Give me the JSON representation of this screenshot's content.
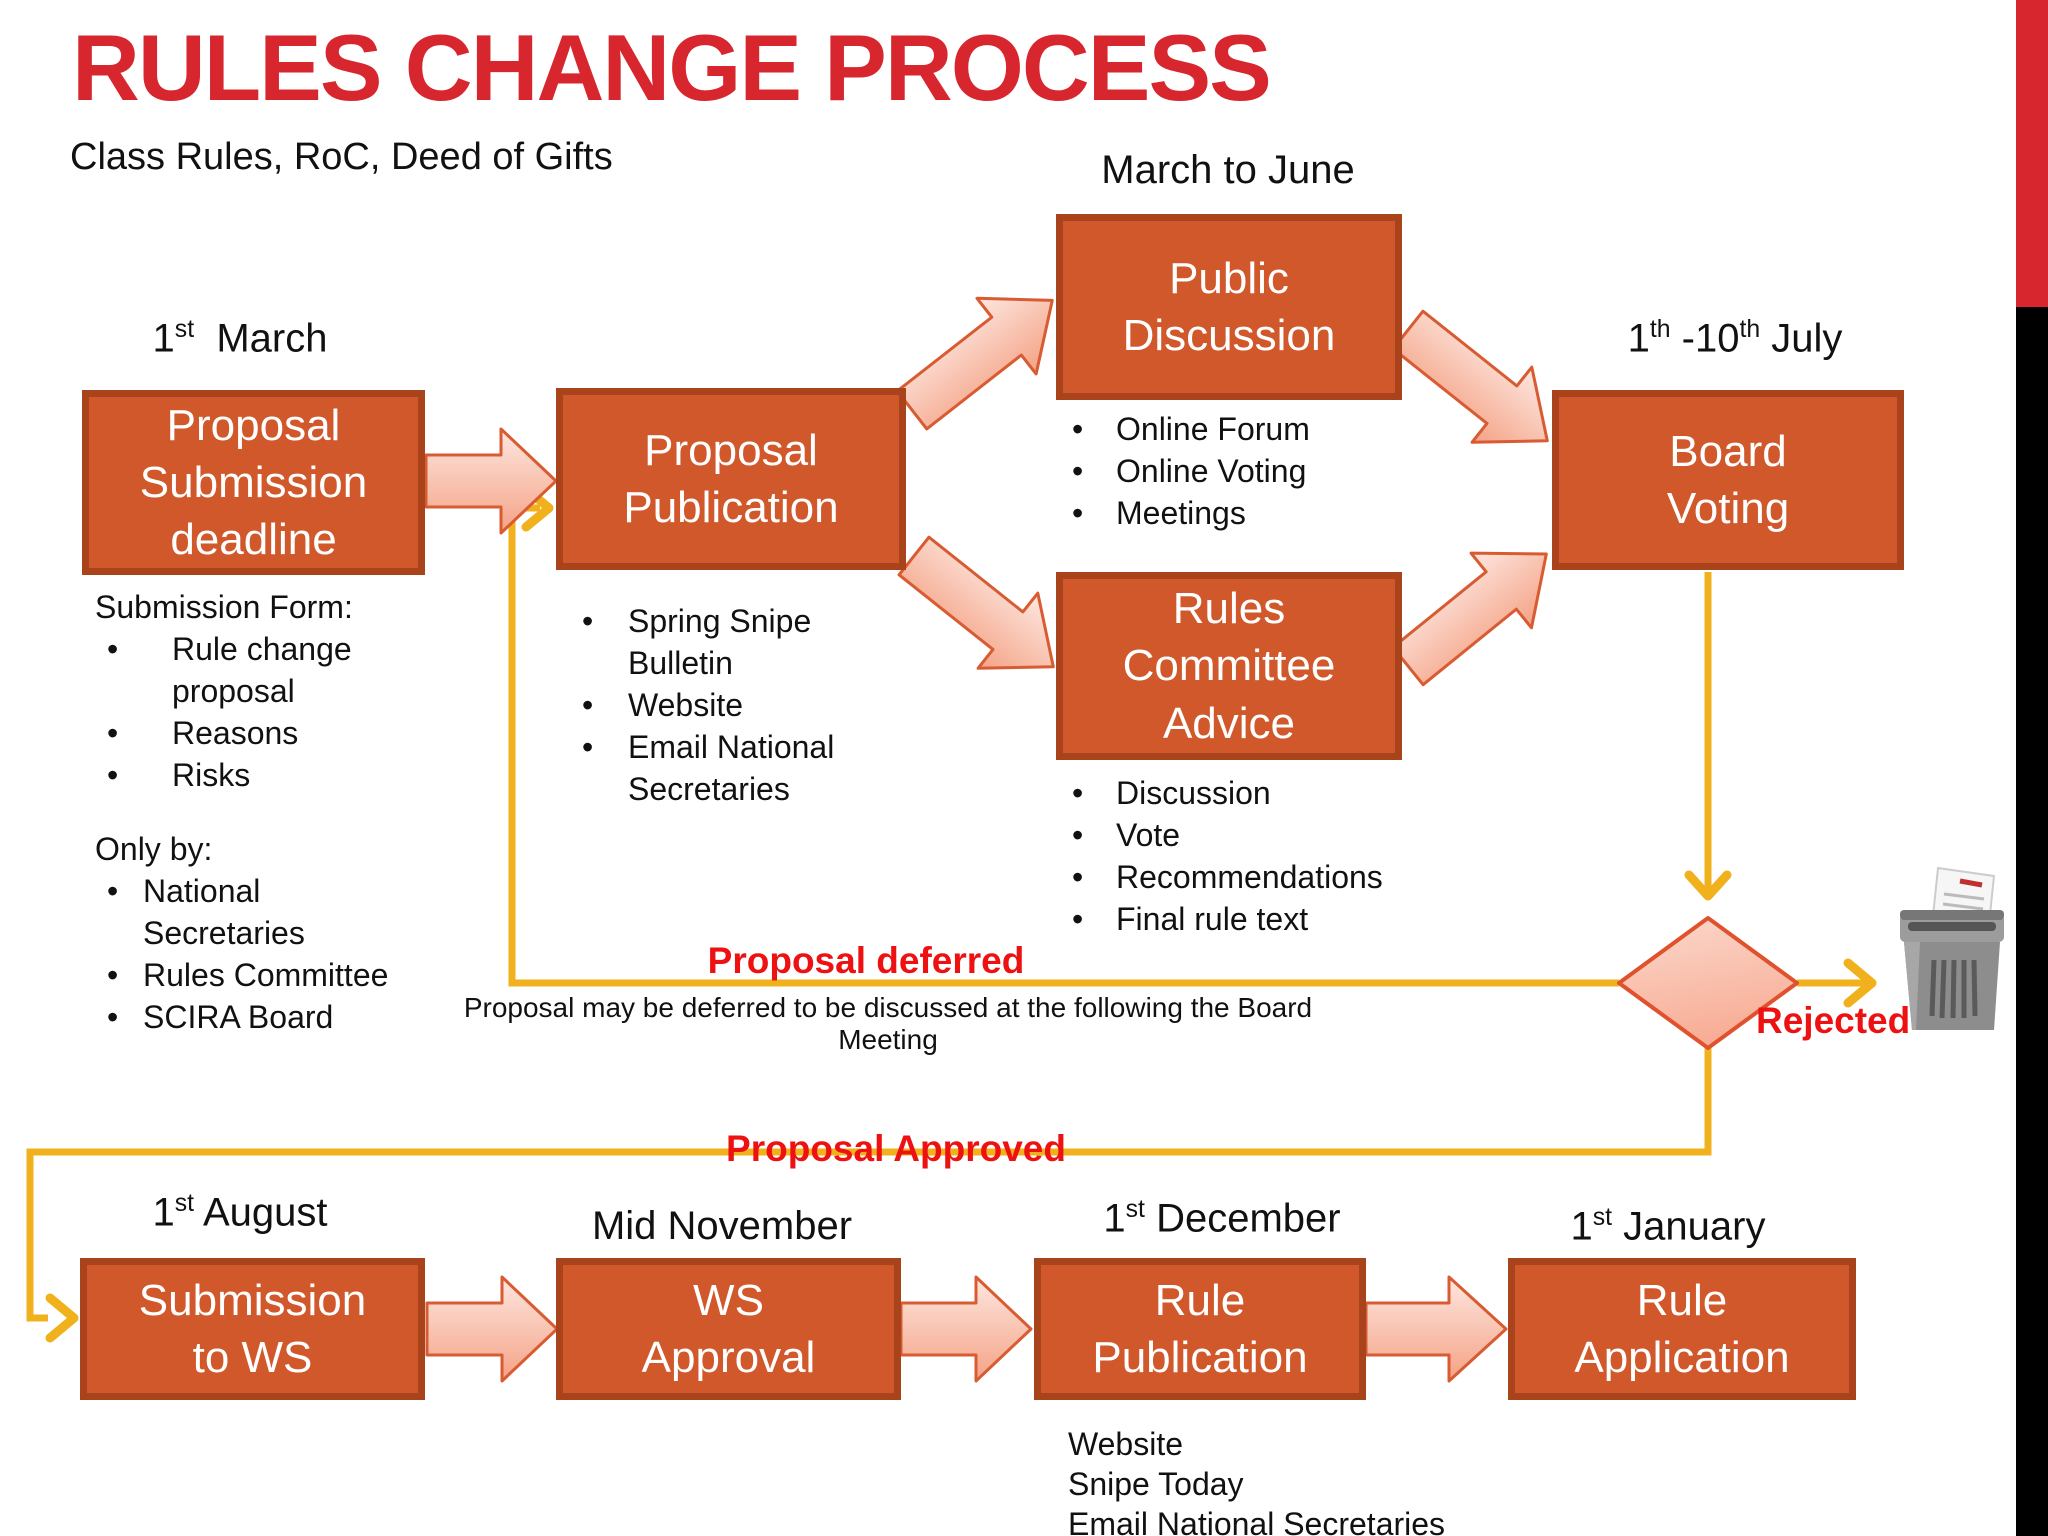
{
  "title": "RULES CHANGE PROCESS",
  "subtitle": "Class Rules, RoC, Deed of Gifts",
  "glyphs": {
    "bullet": "•"
  },
  "colors": {
    "accent_red": "#D7262E",
    "bright_red": "#EE1111",
    "box_fill": "#D0582B",
    "box_border": "#A8431B",
    "connector_yellow": "#F0B11C",
    "arrow_fill_light": "#FDE7E0",
    "arrow_fill_dark": "#F4A285",
    "arrow_border": "#D85B31",
    "side_bar_black": "#000000"
  },
  "dates": {
    "march": [
      {
        "t": "1"
      },
      {
        "t": "st",
        "sup": true
      },
      {
        "t": "  March"
      }
    ],
    "march_to_june": "March to June",
    "july": [
      {
        "t": "1"
      },
      {
        "t": "th",
        "sup": true
      },
      {
        "t": " -10"
      },
      {
        "t": "th",
        "sup": true
      },
      {
        "t": " July"
      }
    ],
    "august": [
      {
        "t": "1"
      },
      {
        "t": "st",
        "sup": true
      },
      {
        "t": " August"
      }
    ],
    "mid_november": "Mid November",
    "december": [
      {
        "t": "1"
      },
      {
        "t": "st",
        "sup": true
      },
      {
        "t": " December"
      }
    ],
    "january": [
      {
        "t": "1"
      },
      {
        "t": "st",
        "sup": true
      },
      {
        "t": " January"
      }
    ]
  },
  "boxes": {
    "proposal_submission": {
      "lines": [
        "Proposal",
        "Submission",
        "deadline"
      ]
    },
    "proposal_publication": {
      "lines": [
        "Proposal",
        "Publication"
      ]
    },
    "public_discussion": {
      "lines": [
        "Public",
        "Discussion"
      ]
    },
    "rules_committee": {
      "lines": [
        "Rules",
        "Committee",
        "Advice"
      ]
    },
    "board_voting": {
      "lines": [
        "Board",
        "Voting"
      ]
    },
    "submission_to_ws": {
      "lines": [
        "Submission",
        "to WS"
      ]
    },
    "ws_approval": {
      "lines": [
        "WS",
        "Approval"
      ]
    },
    "rule_publication": {
      "lines": [
        "Rule",
        "Publication"
      ]
    },
    "rule_application": {
      "lines": [
        "Rule",
        "Application"
      ]
    }
  },
  "lists": {
    "submission_form": {
      "title": "Submission Form:",
      "items": [
        "Rule change proposal",
        "Reasons",
        "Risks"
      ]
    },
    "only_by": {
      "title": "Only by:",
      "items": [
        "National Secretaries",
        "Rules Committee",
        "SCIRA Board"
      ]
    },
    "publication_channels": {
      "items": [
        "Spring Snipe Bulletin",
        "Website",
        "Email National Secretaries"
      ]
    },
    "discussion_modes": {
      "items": [
        "Online Forum",
        "Online Voting",
        "Meetings"
      ]
    },
    "committee_outputs": {
      "items": [
        "Discussion",
        "Vote",
        "Recommendations",
        "Final rule text"
      ]
    },
    "rule_publication_channels": {
      "items": [
        "Website",
        "Snipe Today",
        "Email National Secretaries"
      ]
    }
  },
  "labels": {
    "proposal_deferred": "Proposal deferred",
    "deferred_note": "Proposal may be deferred to be discussed at the following the Board Meeting",
    "proposal_approved": "Proposal Approved",
    "rejected": "Rejected"
  }
}
